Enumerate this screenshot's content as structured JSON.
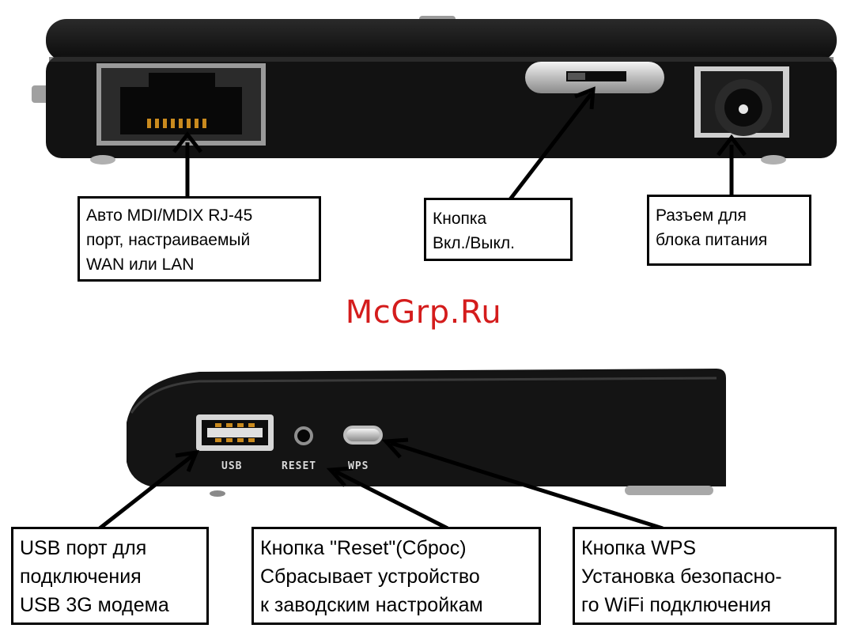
{
  "watermark": "McGrp.Ru",
  "top_panel": {
    "callouts": {
      "rj45": [
        "Авто MDI/MDIX RJ-45",
        "порт, настраиваемый",
        "WAN или LAN"
      ],
      "power_button": [
        "Кнопка",
        "Вкл./Выкл."
      ],
      "power_jack": [
        "Разъем для",
        "блока питания"
      ]
    }
  },
  "bottom_panel": {
    "port_labels": {
      "usb": "USB",
      "reset": "RESET",
      "wps": "WPS"
    },
    "callouts": {
      "usb": [
        "USB порт для",
        "подключения",
        "USB 3G модема"
      ],
      "reset": [
        "Кнопка \"Reset\"(Сброс)",
        "Сбрасывает устройство",
        "к заводским настройкам"
      ],
      "wps": [
        "Кнопка WPS",
        "Установка безопасно-",
        "го WiFi подключения"
      ]
    }
  },
  "colors": {
    "device_body": "#141414",
    "watermark": "#d41c1c",
    "border": "#000000"
  }
}
